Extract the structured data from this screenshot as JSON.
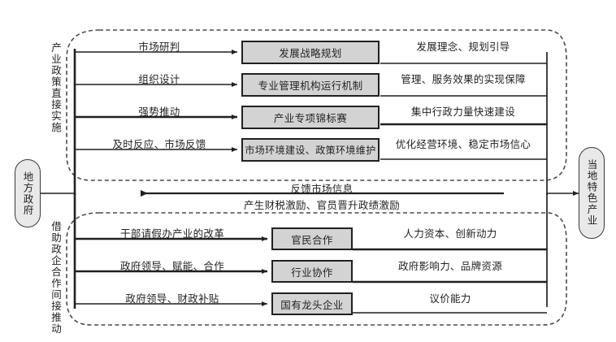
{
  "diagram": {
    "actors": {
      "left": {
        "name": "local-government",
        "label": "地方政府"
      },
      "right": {
        "name": "local-specialty-industry",
        "label": "当地特色产业"
      }
    },
    "sections": [
      {
        "id": "direct",
        "side_label": "产业政策直接实施",
        "rows": [
          {
            "in_label": "市场研判",
            "node": "发展战略规划",
            "out_label": "发展理念、规划引导"
          },
          {
            "in_label": "组织设计",
            "node": "专业管理机构运行机制",
            "out_label": "管理、服务效果的实现保障"
          },
          {
            "in_label": "强势推动",
            "node": "产业专项锦标赛",
            "out_label": "集中行政力量快速建设"
          },
          {
            "in_label": "及时反应、市场反馈",
            "node": "市场环境建设、政策环境维护",
            "out_label": "优化经营环境、稳定市场信心"
          }
        ]
      },
      {
        "id": "indirect",
        "side_label": "借助政企合作间接推动",
        "rows": [
          {
            "in_label": "干部请假办产业的改革",
            "node": "官民合作",
            "out_label": "人力资本、创新动力"
          },
          {
            "in_label": "政府领导、赋能、合作",
            "node": "行业协作",
            "out_label": "政府影响力、品牌资源"
          },
          {
            "in_label": "政府领导、财政补贴",
            "node": "国有龙头企业",
            "out_label": "议价能力"
          }
        ]
      }
    ],
    "feedback": {
      "top_label": "反馈市场信息",
      "bottom_label": "产生财税激励、官员晋升政绩激励"
    },
    "colors": {
      "box_fill": "#d3d3d3",
      "stroke": "#231f20",
      "pill_fill": "#e9e9e9",
      "dashed": "#4a4a4a"
    }
  }
}
